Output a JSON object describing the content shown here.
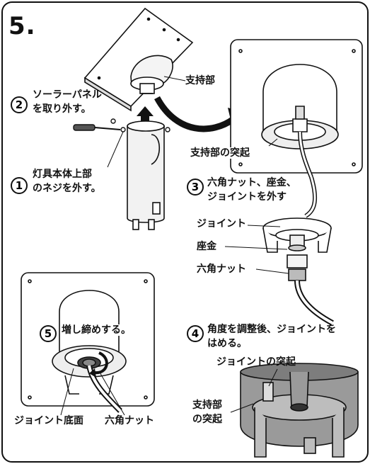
{
  "step_title": "5.",
  "steps": {
    "s1": {
      "num": "1",
      "line1": "灯具本体上部",
      "line2": "のネジを外す。"
    },
    "s2": {
      "num": "2",
      "line1": "ソーラーパネル",
      "line2": "を取り外す。"
    },
    "s3": {
      "num": "3",
      "line1": "六角ナット、座金、",
      "line2": "ジョイントを外す"
    },
    "s4": {
      "num": "4",
      "line1": "角度を調整後、ジョイントを",
      "line2": "はめる。"
    },
    "s5": {
      "num": "5",
      "line1": "増し締めする。"
    }
  },
  "labels": {
    "support": "支持部",
    "support_protrusion": "支持部の突起",
    "joint": "ジョイント",
    "washer": "座金",
    "hex_nut": "六角ナット",
    "joint_protrusion": "ジョイントの突起",
    "support_prot_l1": "支持部",
    "support_prot_l2": "の突起",
    "joint_bottom": "ジョイント底面",
    "hex_nut_bottom": "六角ナット"
  }
}
